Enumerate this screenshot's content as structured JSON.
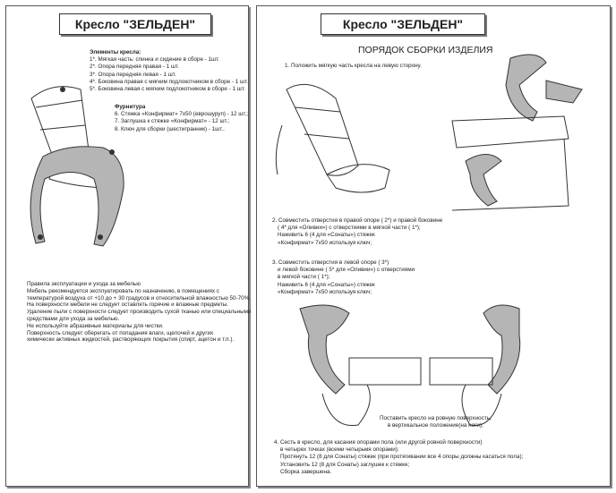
{
  "left": {
    "title": "Кресло \"ЗЕЛЬДЕН\"",
    "elements_heading": "Элементы кресла:",
    "elements": [
      "1*. Мягкая часть: спинка и сидение в сборе - 1шт.",
      "2*. Опора передняя правая  - 1 шт.",
      "3*. Опора передняя левая  - 1 шт.",
      "4*. Боковина правая с мягким подлокотником в сборе - 1 шт.",
      "5*. Боковина левая с мягким подлокотником в сборе - 1 шт."
    ],
    "hardware_heading": "Фурнитура",
    "hardware": [
      "6. Стяжка «Конфирмат» 7х50 (еврошуруп) - 12 шт.;",
      "7. Заглушка к стяжке «Конфирмат» - 12 шт.;",
      "8. Ключ для сборки (шестигранник) - 1шт.."
    ],
    "care": [
      "Правила эксплуатации и ухода за мебелью",
      "Мебель рекомендуется эксплуатировать по назначению, в помещениях с",
      "температурой воздуха от +10 до + 30 градусов и относительной влажностью 50-70%.",
      "На поверхности мебели не следует оставлять горячие и влажные предметы.",
      "Удаление пыли с поверхности следует производить сухой тканью или специальными",
      "средствами для ухода за мебелью.",
      "Не используйте абразивные материалы для чистки.",
      "Поверхность следует оберегать от попадания влаги, щелочей и других",
      "химически активных жидкостей, растворяющих покрытия (спирт, ацетон и т.п.)."
    ]
  },
  "right": {
    "title": "Кресло \"ЗЕЛЬДЕН\"",
    "heading": "ПОРЯДОК СБОРКИ ИЗДЕЛИЯ",
    "step1": "1. Положить мягкую часть кресла на левую сторону.",
    "step2": [
      "2. Совместить отверстия в правой опоре  ( 2*) и правой боковине",
      "( 4* для «Оливии») с отверстиями в мягкой части ( 1*);",
      "Наживить 6 (4 для «Сонаты») стяжек",
      "«Конфирмат» 7х50 используя ключ;"
    ],
    "step3": [
      "3. Совместить отверстия в левой опоре  ( 3*)",
      "и левой боковине ( 5* для «Оливии») с отверстиями",
      "в мягкой части ( 1*);",
      "Наживить 6 (4 для «Сонаты») стяжек",
      "«Конфирмат» 7х50 используя ключ;"
    ],
    "stand": [
      "Поставить кресло на ровную поверхность,",
      "в вертикальное положение(на ноги);"
    ],
    "step4": [
      "4. Сесть в кресло, для касания опорами пола (или другой ровной поверхности)",
      "в четырех точках (всеми четырьмя опорами);",
      "Протянуть 12 (8 для Сонаты) стяжек (при протягивании все 4 опоры должны касаться пола);",
      "Установить 12 (8 для Сонаты) заглушек к стяжке;",
      "Сборка завершена."
    ]
  }
}
